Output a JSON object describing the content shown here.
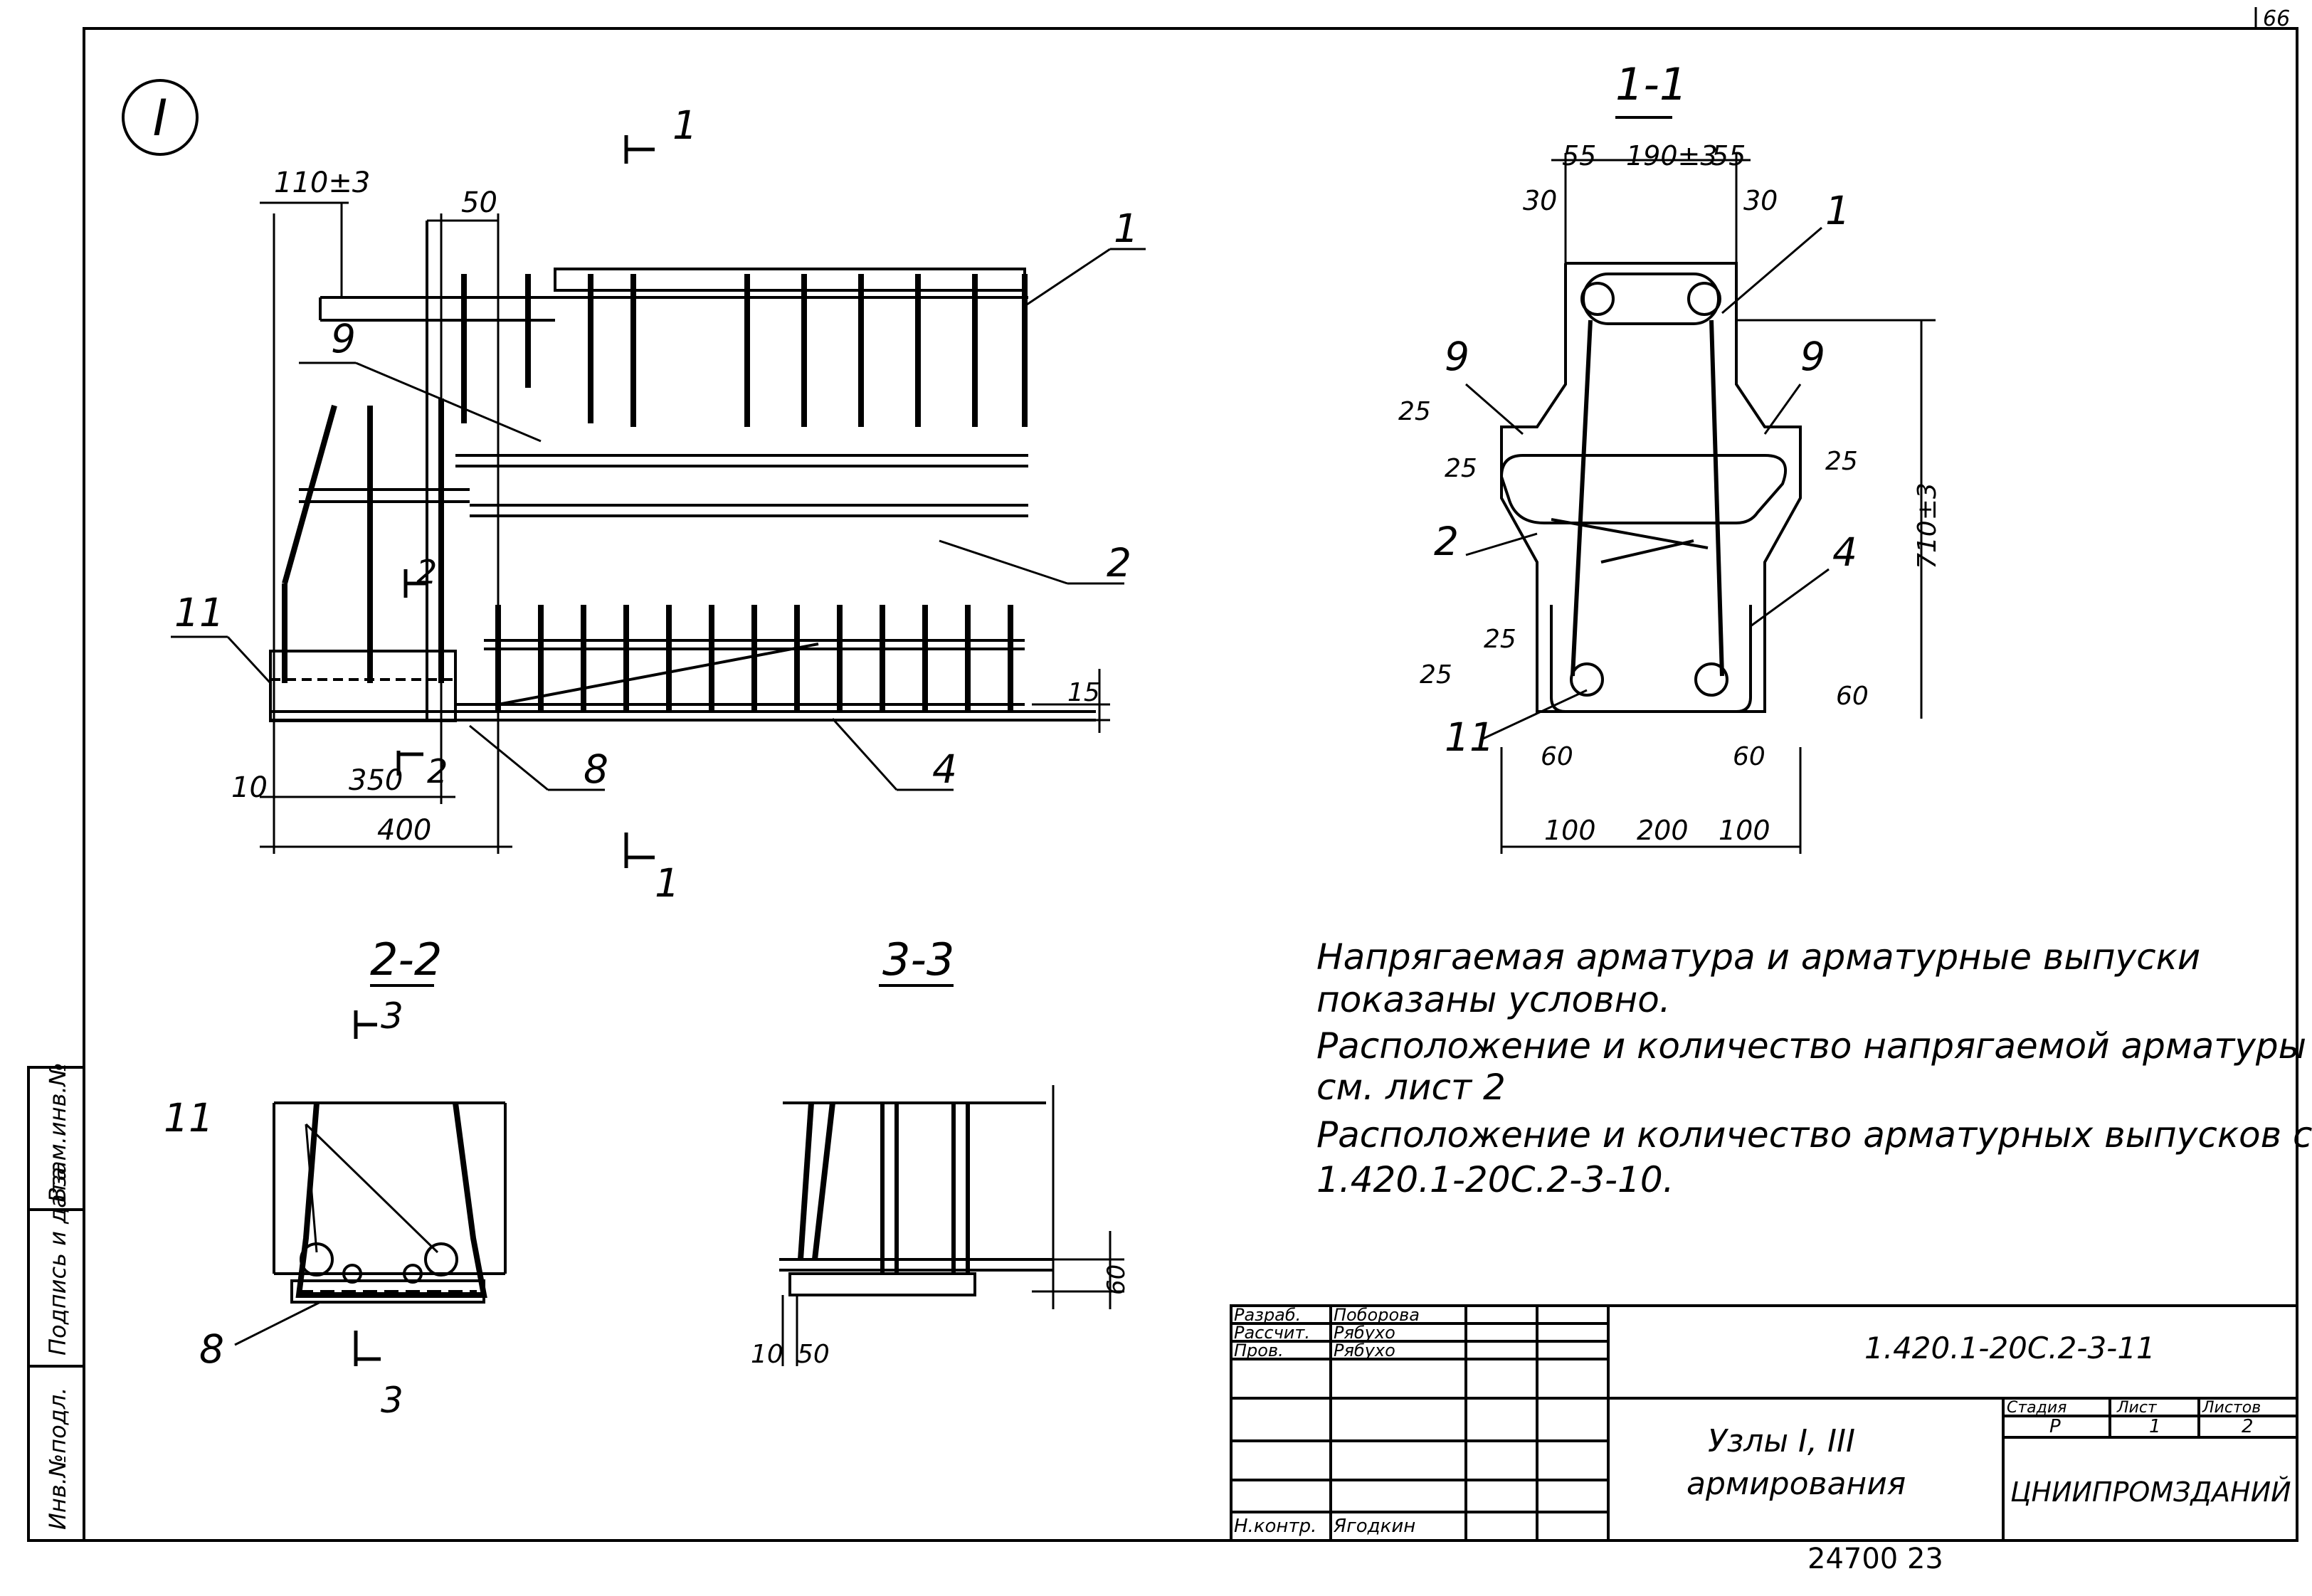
{
  "corner_mark": "66",
  "node_label": "I",
  "views": {
    "main": {
      "cut_label": "1",
      "section_2": "2",
      "callouts": [
        "1",
        "9",
        "2",
        "11",
        "8",
        "4"
      ],
      "dims": {
        "d110": "110±3",
        "d50": "50",
        "d10": "10",
        "d350": "350",
        "d400": "400",
        "d15": "15"
      }
    },
    "section_1_1": {
      "title": "1-1",
      "callouts": [
        "1",
        "9",
        "9",
        "2",
        "4",
        "11"
      ],
      "dims": {
        "d55a": "55",
        "d190": "190±3",
        "d55b": "55",
        "d30a": "30",
        "d30b": "30",
        "d25a": "25",
        "d25b": "25",
        "d25c": "25",
        "d25d": "25",
        "d25e": "25",
        "d710": "710±3",
        "d60a": "60",
        "d60b": "60",
        "d60c": "60",
        "d100a": "100",
        "d200": "200",
        "d100b": "100"
      }
    },
    "section_2_2": {
      "title": "2-2",
      "cut": "3",
      "callouts": [
        "11",
        "8"
      ]
    },
    "section_3_3": {
      "title": "3-3",
      "dims": {
        "d10": "10",
        "d50": "50",
        "d60": "60"
      }
    }
  },
  "notes": [
    "Напрягаемая арматура и арматурные выпуски",
    "показаны условно.",
    "Расположение и количество напрягаемой арматуры",
    "см. лист 2",
    "Расположение и количество арматурных выпусков см.",
    "1.420.1-20С.2-3-10."
  ],
  "side_stamp": [
    "Инв.№подл.",
    "Подпись и дата",
    "Взам.инв.№"
  ],
  "title_block": {
    "roles": [
      {
        "role": "Разраб.",
        "name": "Поборова"
      },
      {
        "role": "Рассчит.",
        "name": "Рябухо"
      },
      {
        "role": "Пров.",
        "name": "Рябухо"
      },
      {
        "role": "Н.контр.",
        "name": "Ягодкин"
      }
    ],
    "doc_code": "1.420.1-20С.2-3-11",
    "title_line1": "Узлы I, III",
    "title_line2": "армирования",
    "stage_label": "Стадия",
    "stage": "Р",
    "sheet_label": "Лист",
    "sheet": "1",
    "sheets_label": "Листов",
    "sheets": "2",
    "org": "ЦНИИПРОМЗДАНИЙ"
  },
  "footer": "24700 23"
}
